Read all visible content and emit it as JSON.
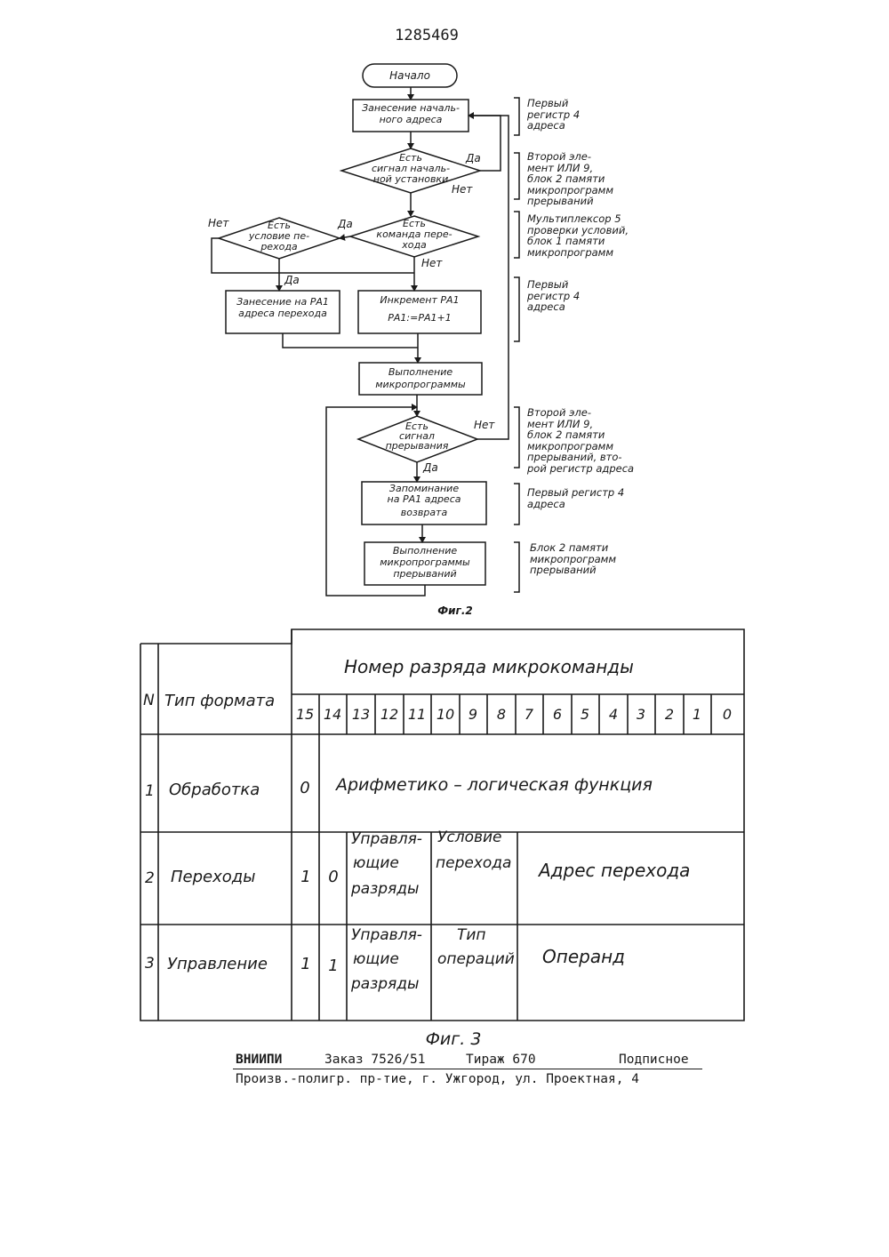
{
  "patent_number": "1285469",
  "flowchart": {
    "start": "Начало",
    "load_start_addr": [
      "Занесение началь-",
      "ного адреса"
    ],
    "q_init_signal": [
      "Есть",
      "сигнал началь-",
      "ной установки"
    ],
    "q_branch_cmd": [
      "Есть",
      "команда пере-",
      "хода"
    ],
    "q_branch_cond": [
      "Есть",
      "условие пе-",
      "рехода"
    ],
    "load_branch_addr": [
      "Занесение на РА1",
      "адреса перехода"
    ],
    "increment": [
      "Инкремент  РА1",
      "РА1:=РА1+1"
    ],
    "exec_micro": [
      "Выполнение",
      "микропрограммы"
    ],
    "q_interrupt": [
      "Есть",
      "сигнал",
      "прерывания"
    ],
    "store_return": [
      "Запоминание",
      "на РА1  адреса",
      "возврата"
    ],
    "exec_interrupt": [
      "Выполнение",
      "микропрограммы",
      "прерываний"
    ],
    "yes": "Да",
    "no": "Нет"
  },
  "notes": [
    [
      "Первый",
      "регистр 4",
      "адреса"
    ],
    [
      "Второй эле-",
      "мент  ИЛИ 9,",
      "блок 2 памяти",
      "микропрограмм",
      "прерываний"
    ],
    [
      "Мультиплексор 5",
      "проверки условий,",
      "блок 1 памяти",
      "микропрограмм"
    ],
    [
      "Первый",
      "регистр 4",
      "адреса"
    ],
    [
      "Второй эле-",
      "мент  ИЛИ 9,",
      "блок 2 памяти",
      "микропрограмм",
      "прерываний, вто-",
      "рой регистр адреса"
    ],
    [
      "Первый регистр 4",
      "адреса"
    ],
    [
      "Блок 2 памяти",
      "микропрограмм",
      "прерываний"
    ]
  ],
  "fig2_caption": "Фиг.2",
  "table": {
    "header_n": "N",
    "header_type": "Тип формата",
    "header_bits": "Номер разряда  микрокоманды",
    "bit_numbers": [
      "15",
      "14",
      "13",
      "12",
      "11",
      "10",
      "9",
      "8",
      "7",
      "6",
      "5",
      "4",
      "3",
      "2",
      "1",
      "0"
    ],
    "rows": [
      {
        "n": "1",
        "type": "Обработка",
        "b15": "0",
        "desc": "Арифметико – логическая  функция"
      },
      {
        "n": "2",
        "type": "Переходы",
        "b15": "1",
        "b14": "0",
        "ctrl": [
          "Управля-",
          "ющие",
          "разряды"
        ],
        "mid": [
          "Условие",
          "перехода"
        ],
        "right": "Адрес  перехода"
      },
      {
        "n": "3",
        "type": "Управление",
        "b15": "1",
        "b14": "1",
        "ctrl": [
          "Управля-",
          "ющие",
          "разряды"
        ],
        "mid": [
          "Тип",
          "операций"
        ],
        "right": "Операнд"
      }
    ]
  },
  "fig3_caption": "Фиг. 3",
  "footer": {
    "org": "ВНИИПИ",
    "order": "Заказ 7526/51",
    "circulation": "Тираж 670",
    "subscription": "Подписное",
    "address": "Произв.-полигр. пр-тие, г. Ужгород, ул. Проектная, 4"
  }
}
